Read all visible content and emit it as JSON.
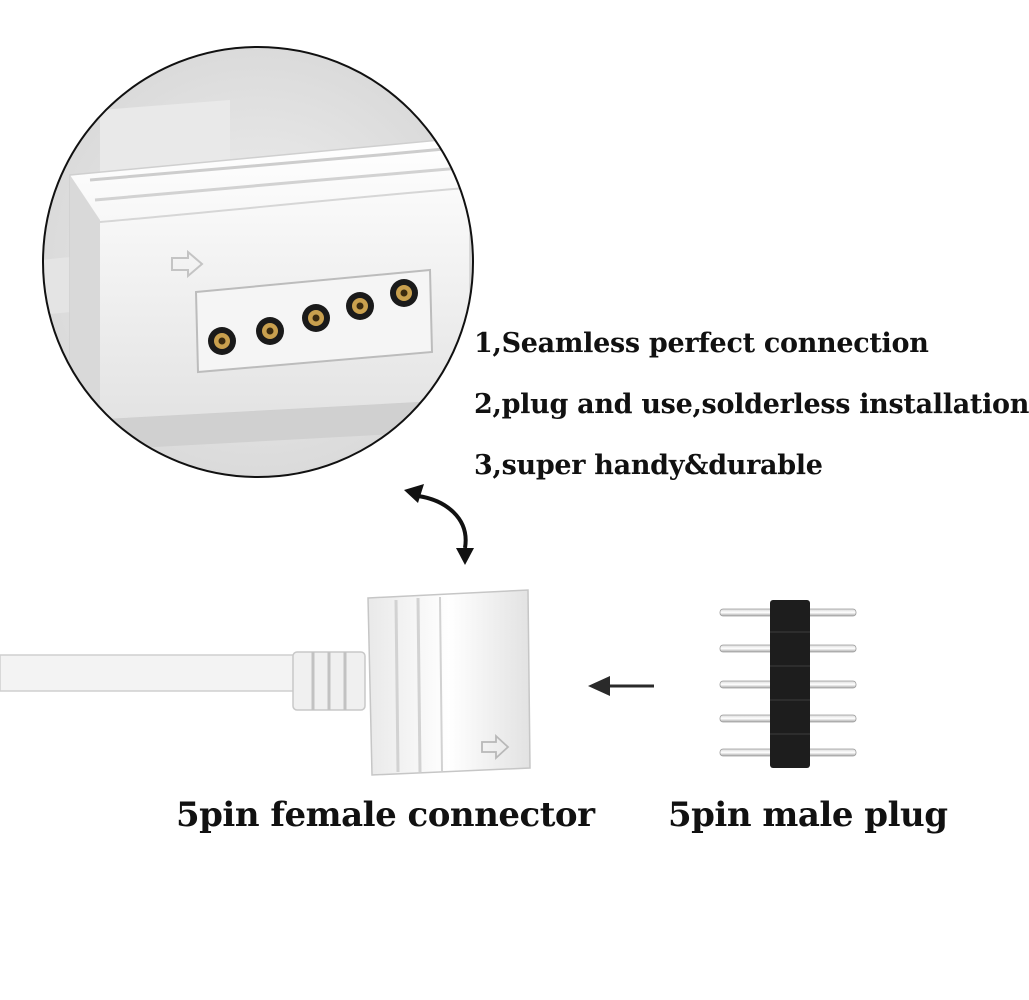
{
  "features": [
    "1,Seamless perfect connection",
    "2,plug and use,solderless installation",
    "3,super handy&durable"
  ],
  "captions": {
    "female": "5pin female connector",
    "male": "5pin male plug"
  },
  "colors": {
    "background": "#ffffff",
    "text": "#111111",
    "connector_white": "#f2f2f2",
    "pin_gold": "#c9a04e",
    "plug_black": "#1d1d1d",
    "arrow": "#2a2a2a"
  }
}
